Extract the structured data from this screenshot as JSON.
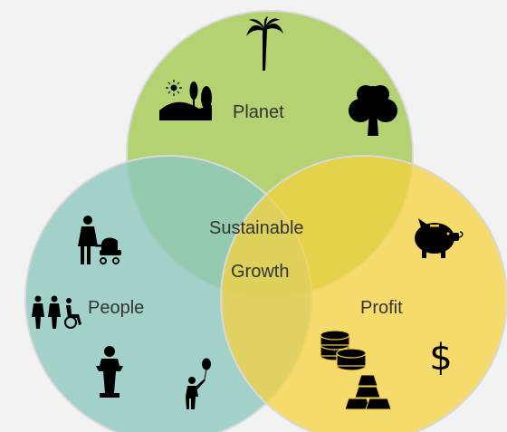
{
  "diagram": {
    "type": "venn",
    "circles": [
      {
        "id": "planet",
        "label": "Planet",
        "color": "#a9cc5a"
      },
      {
        "id": "people",
        "label": "People",
        "color": "#8cc8be"
      },
      {
        "id": "profit",
        "label": "Profit",
        "color": "#f6d13f"
      }
    ],
    "center_label_line1": "Sustainable",
    "center_label_line2": "Growth",
    "circle_stroke": "#d9d9d9",
    "icon_color": "#000000",
    "icons": {
      "planet": [
        "palm-tree-icon",
        "landscape-icon",
        "tree-icon"
      ],
      "people": [
        "parent-with-stroller-icon",
        "family-accessibility-icon",
        "speaker-podium-icon",
        "child-with-balloon-icon"
      ],
      "profit": [
        "piggy-bank-icon",
        "coins-icon",
        "gold-bars-icon",
        "dollar-icon"
      ]
    }
  }
}
